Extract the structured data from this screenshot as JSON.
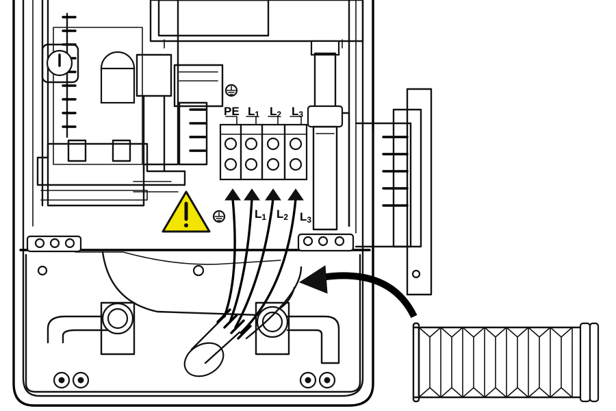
{
  "terminal_labels": [
    {
      "main": "PE",
      "sub": ""
    },
    {
      "main": "L",
      "sub": "1"
    },
    {
      "main": "L",
      "sub": "2"
    },
    {
      "main": "L",
      "sub": "3"
    }
  ],
  "wire_labels": [
    {
      "main": "L",
      "sub": "1"
    },
    {
      "main": "L",
      "sub": "2"
    },
    {
      "main": "L",
      "sub": "3"
    }
  ],
  "symbols": {
    "warning": "warning-triangle-icon",
    "ground": "ground-symbol-icon"
  },
  "colors": {
    "line": "#111111",
    "warning_fill": "#f2e600",
    "background": "#ffffff"
  }
}
